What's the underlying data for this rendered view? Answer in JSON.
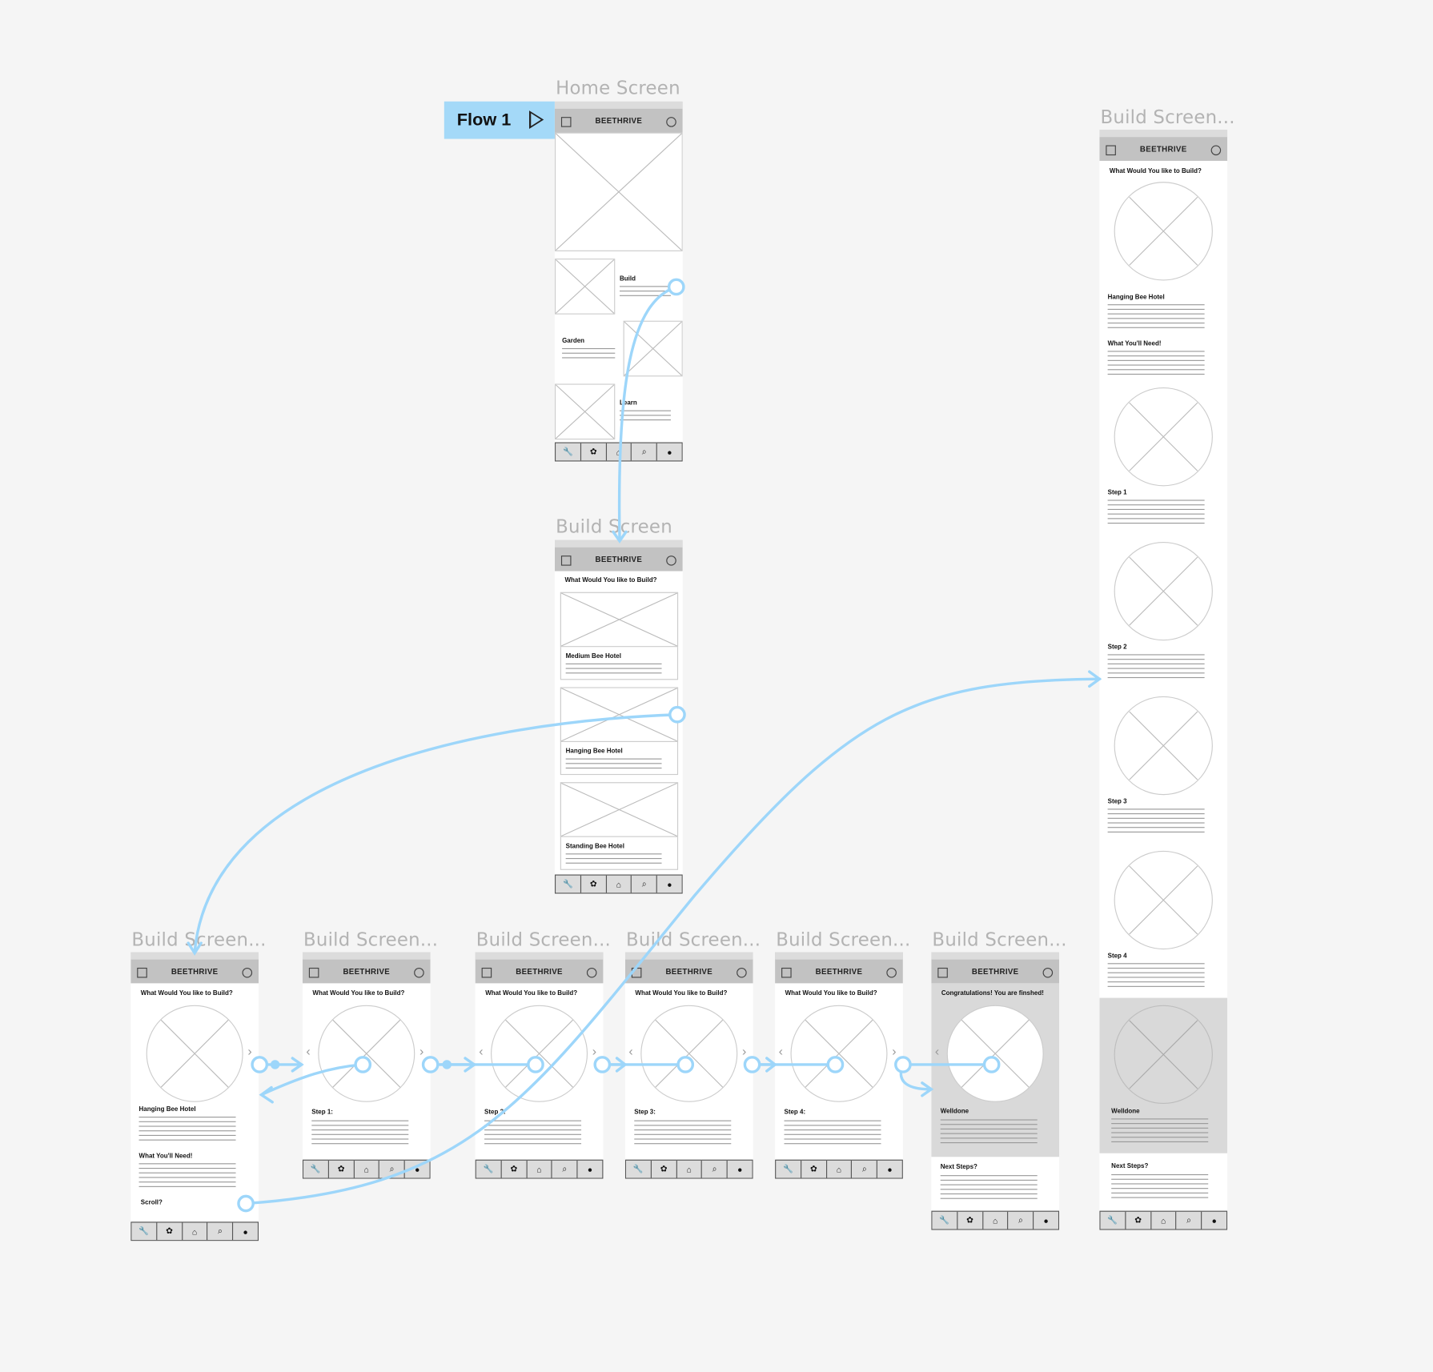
{
  "flow_label": "Flow 1",
  "brand": "BEETHRIVE",
  "nav_icons": [
    "wrench-icon",
    "bee-icon",
    "home-icon",
    "search-icon",
    "info-icon"
  ],
  "nav_glyphs": [
    "🔧",
    "✿",
    "⌂",
    "⌕",
    "●"
  ],
  "home": {
    "title": "Home Screen",
    "sections": [
      "Build",
      "Garden",
      "Learn"
    ]
  },
  "build": {
    "title": "Build Screen",
    "question": "What Would You like to Build?",
    "cards": [
      "Medium Bee Hotel",
      "Hanging Bee Hotel",
      "Standing Bee Hotel"
    ]
  },
  "steps_row": {
    "title": "Build Screen...",
    "question": "What Would You like to Build?",
    "hotel_label": "Hanging Bee Hotel",
    "need_label": "What You'll Need!",
    "scroll_label": "Scroll?",
    "step_labels": [
      "Step 1:",
      "Step 2:",
      "Step 3:",
      "Step 4:"
    ],
    "congrats": "Congratulations! You are finshed!",
    "welldone": "Welldone",
    "next_steps": "Next Steps?"
  },
  "long_build": {
    "title": "Build Screen...",
    "question": "What Would You like to Build?",
    "hotel_label": "Hanging Bee Hotel",
    "need_label": "What You'll Need!",
    "step_labels": [
      "Step 1",
      "Step 2",
      "Step 3",
      "Step 4"
    ],
    "welldone": "Welldone",
    "next_steps": "Next Steps?"
  },
  "colors": {
    "canvas": "#f5f5f5",
    "connector": "#9dd6fa",
    "header": "#c2c2c2",
    "flow_badge": "#a4d9f8"
  }
}
